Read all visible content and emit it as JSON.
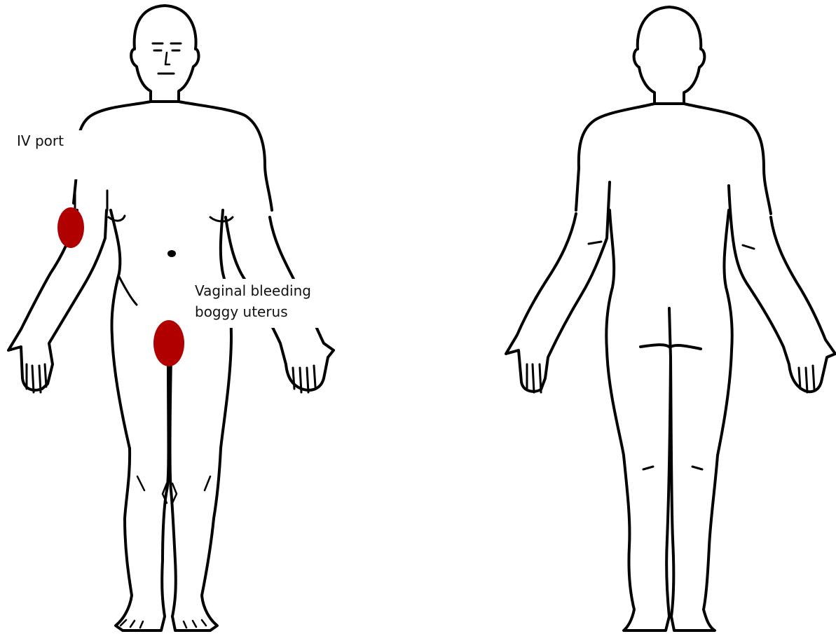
{
  "annotations": [
    {
      "id": "iv-port",
      "lines": [
        "IV port"
      ]
    },
    {
      "id": "vaginal",
      "lines": [
        "Vaginal bleeding",
        "boggy uterus"
      ]
    }
  ],
  "markers": [
    {
      "id": "iv-port-marker",
      "color": "#b00000"
    },
    {
      "id": "vaginal-marker",
      "color": "#b00000"
    }
  ],
  "colors": {
    "outline": "#000000",
    "background": "#ffffff",
    "marker": "#b00000"
  }
}
